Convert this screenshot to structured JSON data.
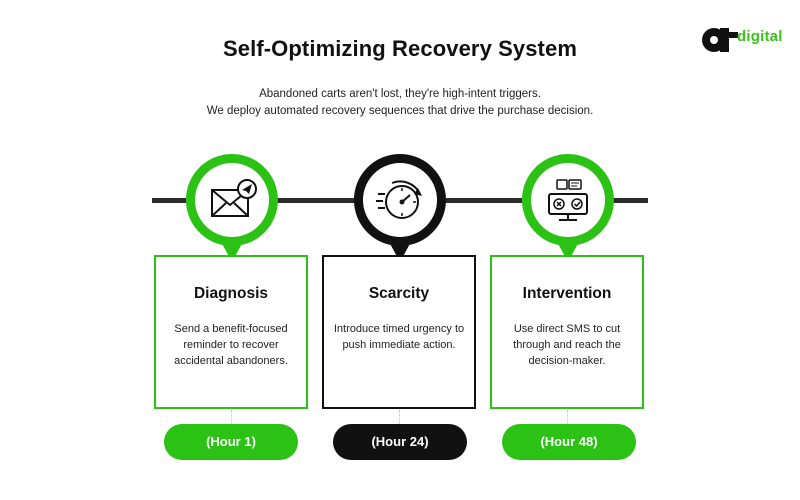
{
  "header": {
    "title": "Self-Optimizing Recovery System",
    "subtitle_line1": "Abandoned carts aren't lost, they're high-intent triggers.",
    "subtitle_line2": "We deploy automated recovery sequences that drive the purchase decision."
  },
  "logo": {
    "text": "digital",
    "icon": "at-logo-icon"
  },
  "colors": {
    "green": "#2cc115",
    "dark": "#111111",
    "timeline": "#2b2b2b"
  },
  "steps": [
    {
      "title": "Diagnosis",
      "description": "Send a benefit-focused reminder to recover accidental abandoners.",
      "timing": "(Hour 1)",
      "icon": "email-send-icon",
      "style": "green"
    },
    {
      "title": "Scarcity",
      "description": "Introduce timed urgency to push immediate action.",
      "timing": "(Hour 24)",
      "icon": "speed-timer-icon",
      "style": "black"
    },
    {
      "title": "Intervention",
      "description": "Use direct SMS to cut through and reach the decision-maker.",
      "timing": "(Hour 48)",
      "icon": "sms-monitor-icon",
      "style": "green"
    }
  ]
}
